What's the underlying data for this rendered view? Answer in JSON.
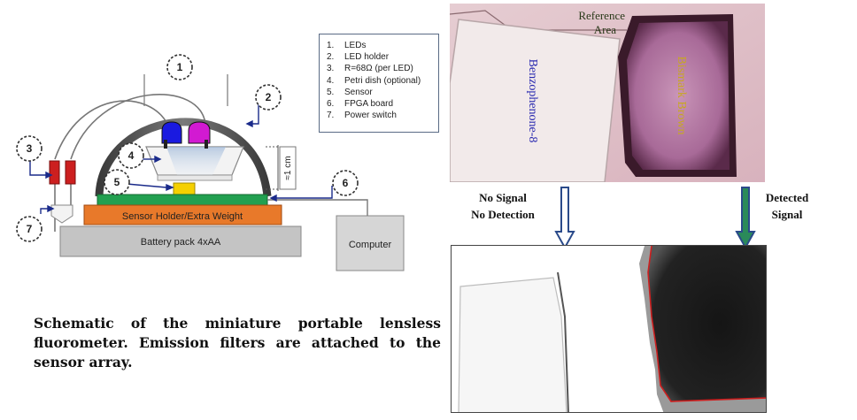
{
  "schematic": {
    "callouts": [
      "1",
      "2",
      "3",
      "4",
      "5",
      "6",
      "7"
    ],
    "labels": {
      "distance": "≈1 cm",
      "sensor_holder": "Sensor Holder/Extra Weight",
      "battery": "Battery pack 4xAA",
      "computer": "Computer"
    },
    "colors": {
      "led_blue": "#1a1ae0",
      "led_magenta": "#d21ad2",
      "sensor": "#f5d000",
      "fpga": "#22a050",
      "holder": "#e8792a",
      "resistor": "#cc1f1f"
    }
  },
  "legend": [
    {
      "num": "1.",
      "text": "LEDs"
    },
    {
      "num": "2.",
      "text": "LED holder"
    },
    {
      "num": "3.",
      "text": "R=68Ω (per LED)"
    },
    {
      "num": "4.",
      "text": "Petri dish (optional)"
    },
    {
      "num": "5.",
      "text": "Sensor"
    },
    {
      "num": "6.",
      "text": "FPGA board"
    },
    {
      "num": "7.",
      "text": "Power switch"
    }
  ],
  "caption": "Schematic of the miniature portable lensless fluorometer. Emission filters are attached to the sensor array.",
  "photo": {
    "reference_label": "Reference Area",
    "left_sample": "Benzophenone-8",
    "right_sample": "Bismark Brown"
  },
  "arrows": {
    "left_label": "No Signal No Detection",
    "right_label": "Detected Signal",
    "left_color": "#ffffff",
    "right_color": "#2a8a5a"
  }
}
